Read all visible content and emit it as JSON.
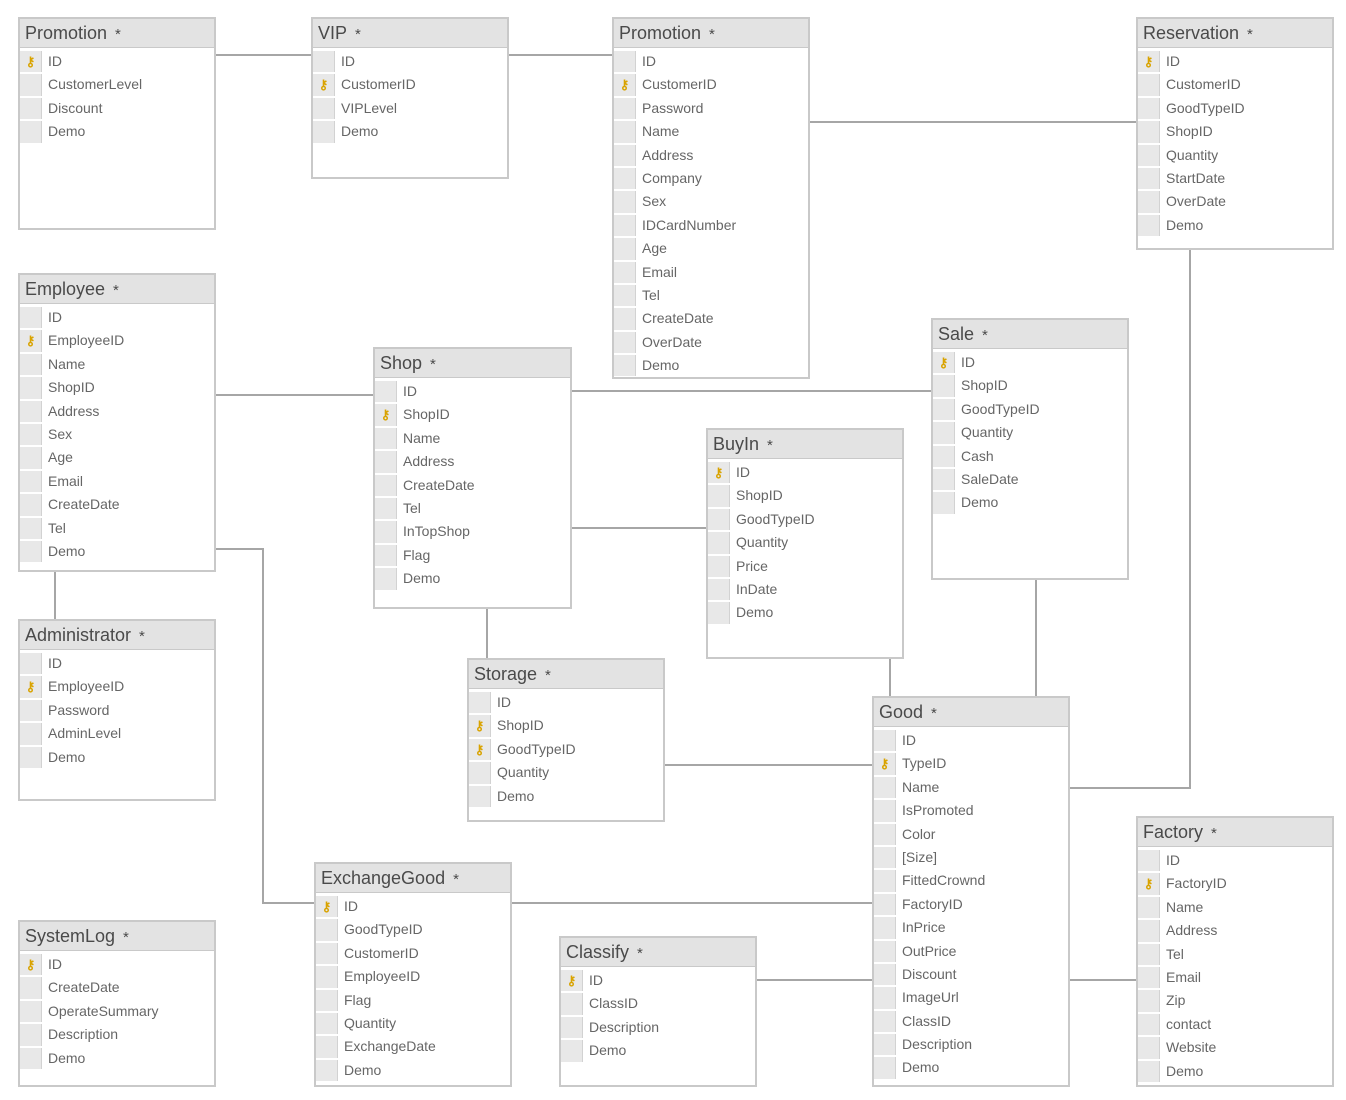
{
  "tables": [
    {
      "name": "Promotion",
      "marker": "*",
      "key": [
        0
      ],
      "fields": [
        "ID",
        "CustomerLevel",
        "Discount",
        "Demo"
      ]
    },
    {
      "name": "VIP",
      "marker": "*",
      "key": [
        1
      ],
      "fields": [
        "ID",
        "CustomerID",
        "VIPLevel",
        "Demo"
      ]
    },
    {
      "name": "Promotion",
      "marker": "*",
      "key": [
        1
      ],
      "fields": [
        "ID",
        "CustomerID",
        "Password",
        "Name",
        "Address",
        "Company",
        "Sex",
        "IDCardNumber",
        "Age",
        "Email",
        "Tel",
        "CreateDate",
        "OverDate",
        "Demo"
      ]
    },
    {
      "name": "Reservation",
      "marker": "*",
      "key": [
        0
      ],
      "fields": [
        "ID",
        "CustomerID",
        "GoodTypeID",
        "ShopID",
        "Quantity",
        "StartDate",
        "OverDate",
        "Demo"
      ]
    },
    {
      "name": "Employee",
      "marker": "*",
      "key": [
        1
      ],
      "fields": [
        "ID",
        "EmployeeID",
        "Name",
        "ShopID",
        "Address",
        "Sex",
        "Age",
        "Email",
        "CreateDate",
        "Tel",
        "Demo"
      ]
    },
    {
      "name": "Shop",
      "marker": "*",
      "key": [
        1
      ],
      "fields": [
        "ID",
        "ShopID",
        "Name",
        "Address",
        "CreateDate",
        "Tel",
        "InTopShop",
        "Flag",
        "Demo"
      ]
    },
    {
      "name": "Sale",
      "marker": "*",
      "key": [
        0
      ],
      "fields": [
        "ID",
        "ShopID",
        "GoodTypeID",
        "Quantity",
        "Cash",
        "SaleDate",
        "Demo"
      ]
    },
    {
      "name": "BuyIn",
      "marker": "*",
      "key": [
        0
      ],
      "fields": [
        "ID",
        "ShopID",
        "GoodTypeID",
        "Quantity",
        "Price",
        "InDate",
        "Demo"
      ]
    },
    {
      "name": "Administrator",
      "marker": "*",
      "key": [
        1
      ],
      "fields": [
        "ID",
        "EmployeeID",
        "Password",
        "AdminLevel",
        "Demo"
      ]
    },
    {
      "name": "Storage",
      "marker": "*",
      "key": [
        1,
        2
      ],
      "fields": [
        "ID",
        "ShopID",
        "GoodTypeID",
        "Quantity",
        "Demo"
      ]
    },
    {
      "name": "Good",
      "marker": "*",
      "key": [
        1
      ],
      "fields": [
        "ID",
        "TypeID",
        "Name",
        "IsPromoted",
        "Color",
        "[Size]",
        "FittedCrownd",
        "FactoryID",
        "InPrice",
        "OutPrice",
        "Discount",
        "ImageUrl",
        "ClassID",
        "Description",
        "Demo"
      ]
    },
    {
      "name": "Factory",
      "marker": "*",
      "key": [
        1
      ],
      "fields": [
        "ID",
        "FactoryID",
        "Name",
        "Address",
        "Tel",
        "Email",
        "Zip",
        "contact",
        "Website",
        "Demo"
      ]
    },
    {
      "name": "ExchangeGood",
      "marker": "*",
      "key": [
        0
      ],
      "fields": [
        "ID",
        "GoodTypeID",
        "CustomerID",
        "EmployeeID",
        "Flag",
        "Quantity",
        "ExchangeDate",
        "Demo"
      ]
    },
    {
      "name": "SystemLog",
      "marker": "*",
      "key": [
        0
      ],
      "fields": [
        "ID",
        "CreateDate",
        "OperateSummary",
        "Description",
        "Demo"
      ]
    },
    {
      "name": "Classify",
      "marker": "*",
      "key": [
        0
      ],
      "fields": [
        "ID",
        "ClassID",
        "Description",
        "Demo"
      ]
    }
  ],
  "colors": {
    "header": "#e3e3e3",
    "border": "#c9c9c9",
    "text": "#666666",
    "line": "#a6a6a6",
    "key": "#d9a300"
  },
  "icons": {
    "primary_key": "key-icon"
  }
}
